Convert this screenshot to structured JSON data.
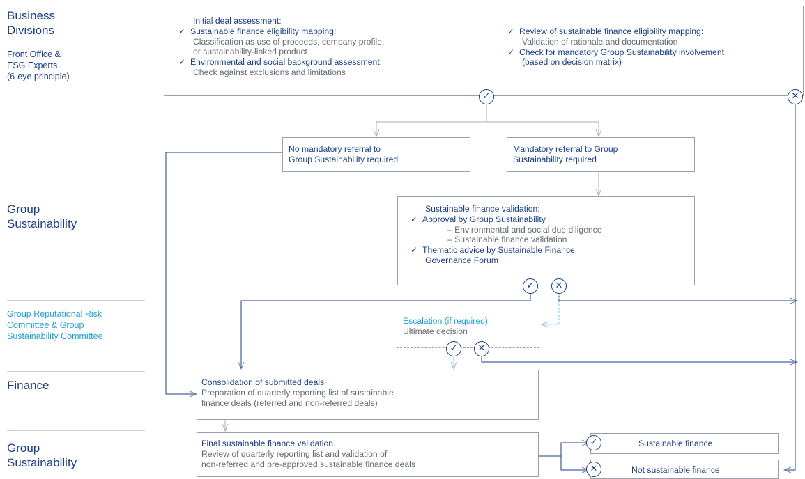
{
  "lanes": {
    "business": {
      "title_l1": "Business",
      "title_l2": "Divisions",
      "sub_l1": "Front Office &",
      "sub_l2": "ESG Experts",
      "sub_l3": "(6-eye principle)"
    },
    "group_sust": {
      "l1": "Group",
      "l2": "Sustainability"
    },
    "rep_risk": {
      "l1": "Group Reputational Risk",
      "l2": "Committee & Group",
      "l3": "Sustainability Committee"
    },
    "finance": {
      "l1": "Finance"
    },
    "group_sust2": {
      "l1": "Group",
      "l2": "Sustainability"
    }
  },
  "top_box": {
    "left": {
      "heading": "Initial deal assessment:",
      "item1": "Sustainable finance eligibility mapping:",
      "item1_d1": "Classification as use of proceeds, company profile,",
      "item1_d2": "or sustainability-linked product",
      "item2": "Environmental and social background assessment:",
      "item2_d1": "Check against exclusions and limitations"
    },
    "right": {
      "item1": "Review of sustainable finance eligibility mapping:",
      "item1_d1": "Validation of rationale and documentation",
      "item2": "Check for mandatory Group Sustainability involvement",
      "item2_d1": "(based on decision matrix)"
    }
  },
  "no_referral": {
    "l1": "No mandatory referral to",
    "l2": "Group Sustainability required"
  },
  "referral": {
    "l1": "Mandatory referral to Group",
    "l2": "Sustainability required"
  },
  "validation_box": {
    "heading": "Sustainable finance validation:",
    "item1": "Approval by Group Sustainability",
    "sub1": "– Environmental and social due diligence",
    "sub2": "– Sustainable finance validation",
    "item2_l1": "Thematic advice by Sustainable Finance",
    "item2_l2": "Governance Forum"
  },
  "escalation": {
    "l1": "Escalation (if required)",
    "l2": "Ultimate decision"
  },
  "consolidation": {
    "title": "Consolidation of submitted deals",
    "d1": "Preparation of quarterly reporting list of sustainable",
    "d2": "finance deals (referred and non-referred deals)"
  },
  "final_validation": {
    "title": "Final sustainable finance validation",
    "d1": "Review of quarterly reporting list and validation of",
    "d2": "non-referred and pre-approved sustainable finance deals"
  },
  "outcomes": {
    "positive": "Sustainable finance",
    "negative": "Not sustainable finance"
  },
  "icons": {
    "approve": "check-circle-icon",
    "reject": "x-circle-icon",
    "check": "checkmark-icon"
  },
  "glyphs": {
    "check": "✓",
    "cross": "✕"
  },
  "colors": {
    "navy": "#1a3f86",
    "cyan": "#1f9fd4",
    "gray": "#666b73",
    "border": "#9aa0ab"
  }
}
